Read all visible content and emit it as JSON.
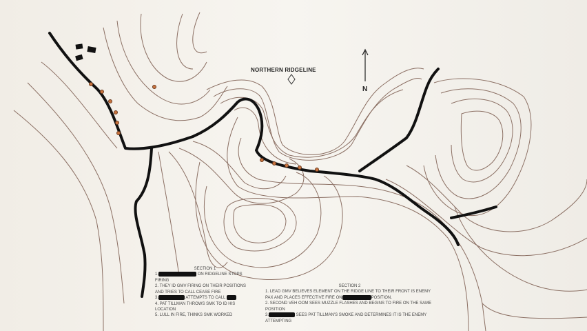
{
  "map": {
    "title": "NORTHERN RIDGELINE",
    "north_label": "N",
    "colors": {
      "contour": "#8b6f63",
      "road": "#111111",
      "position_marker": "#c9743f",
      "background": "#f3f0ea"
    }
  },
  "section1": {
    "heading": "SECTION 1",
    "items": [
      {
        "num": "1.",
        "text": "ON RIDGELINE STOPS FIRING"
      },
      {
        "num": "2.",
        "text": "THEY ID GMV FIRING ON THEIR POSITIONS AND TRIES TO CALL CEASE FIRE"
      },
      {
        "num": "3.",
        "text": "ATTEMPTS TO CALL"
      },
      {
        "num": "4.",
        "text": "PAT TILLMAN THROWS SMK TO ID HIS LOCATION"
      },
      {
        "num": "5.",
        "text": "LULL IN FIRE, THINKS SMK WORKED"
      }
    ]
  },
  "section2": {
    "heading": "SECTION 2",
    "items": [
      {
        "num": "1.",
        "text_a": "LEAD GMV BELIEVES ELEMENT ON THE RIDGE LINE TO THEIR FRONT IS ENEMY PAX AND PLACES EFFECTIVE FIRE ON",
        "text_b": "POSITION."
      },
      {
        "num": "2.",
        "text": "SECOND VEH OOM SEES MUZZLE FLASHES AND BEGINS TO FIRE ON THE SAME POSITION"
      },
      {
        "num": "3.",
        "text": "SEES PAT TILLMAN'S SMOKE AND DETERMINES IT IS THE ENEMY ATTEMPTING"
      }
    ]
  }
}
